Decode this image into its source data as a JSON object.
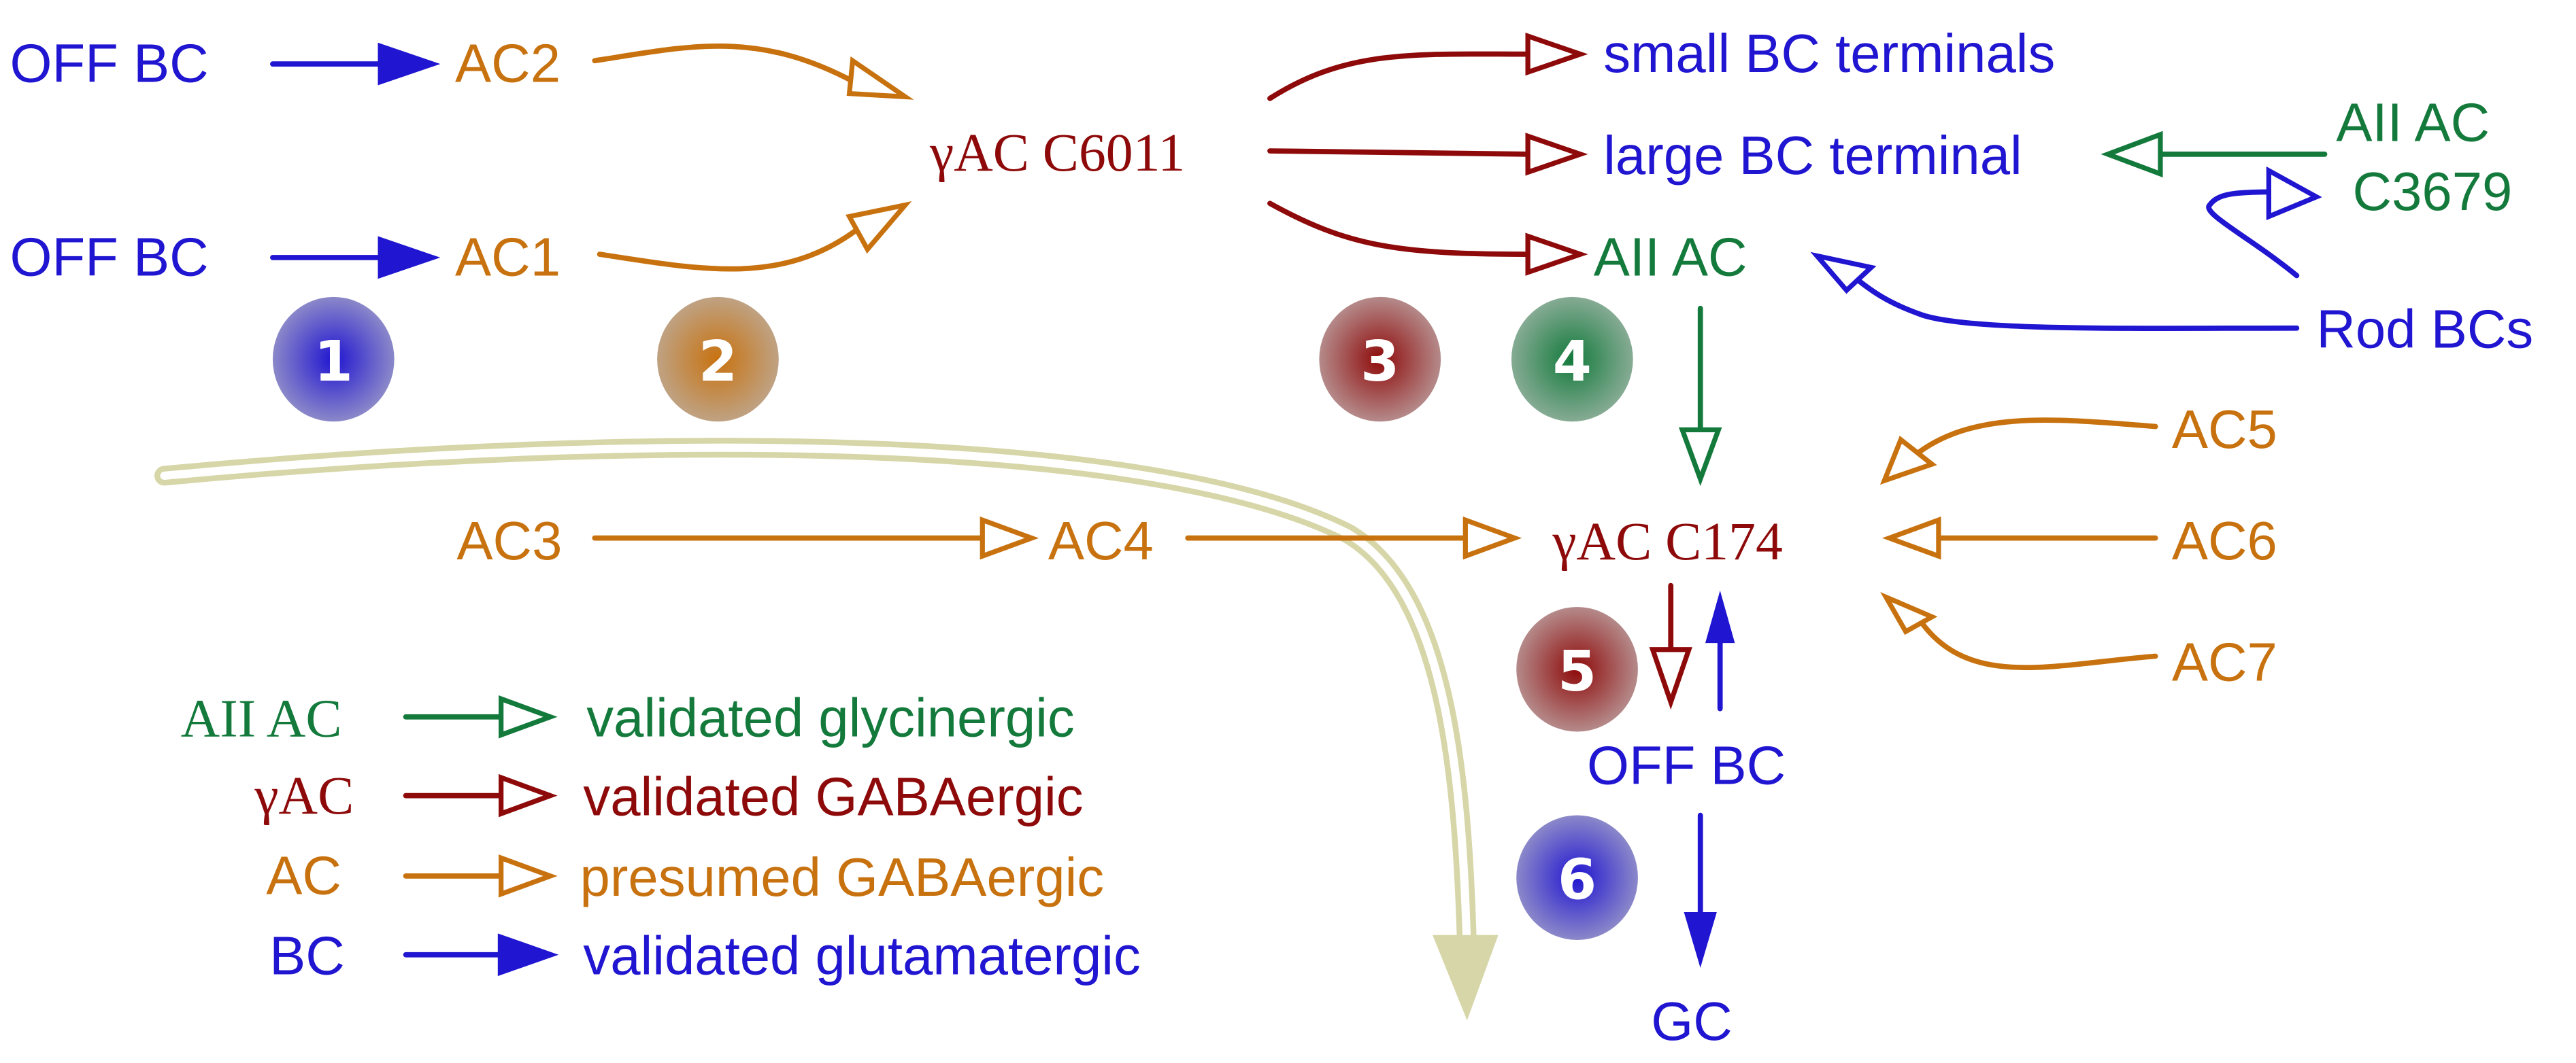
{
  "colors": {
    "bc_glutamatergic": "#2015d0",
    "ac_presumed_gaba": "#c8720f",
    "gamma_ac_gaba": "#8e0a0a",
    "aii_glycinergic": "#137a3c",
    "pathway_overlay": "#d6d6a8"
  },
  "nodes": {
    "off_bc_top": "OFF BC",
    "ac2": "AC2",
    "off_bc_mid": "OFF BC",
    "ac1": "AC1",
    "gamma_ac_c6011": "γAC C6011",
    "small_bc_terminals": "small BC terminals",
    "large_bc_terminal": "large BC terminal",
    "aii_ac_main": "AII  AC",
    "aii_ac_c3679_line1": "AII  AC",
    "aii_ac_c3679_line2": "C3679",
    "rod_bcs": "Rod BCs",
    "ac3": "AC3",
    "ac4": "AC4",
    "gamma_ac_c174": "γAC C174",
    "ac5": "AC5",
    "ac6": "AC6",
    "ac7": "AC7",
    "off_bc_bottom": "OFF BC",
    "gc": "GC"
  },
  "badges": [
    "1",
    "2",
    "3",
    "4",
    "5",
    "6"
  ],
  "edges": [
    {
      "from": "OFF BC",
      "to": "AC2",
      "type": "glutamatergic"
    },
    {
      "from": "OFF BC",
      "to": "AC1",
      "type": "glutamatergic"
    },
    {
      "from": "AC2",
      "to": "γAC C6011",
      "type": "presumed GABAergic"
    },
    {
      "from": "AC1",
      "to": "γAC C6011",
      "type": "presumed GABAergic"
    },
    {
      "from": "γAC C6011",
      "to": "small BC terminals",
      "type": "validated GABAergic"
    },
    {
      "from": "γAC C6011",
      "to": "large BC terminal",
      "type": "validated GABAergic"
    },
    {
      "from": "γAC C6011",
      "to": "AII AC",
      "type": "validated GABAergic"
    },
    {
      "from": "AII AC C3679",
      "to": "large BC terminal",
      "type": "validated glycinergic"
    },
    {
      "from": "Rod BCs",
      "to": "AII AC C3679",
      "type": "glutamatergic"
    },
    {
      "from": "Rod BCs",
      "to": "AII AC",
      "type": "glutamatergic"
    },
    {
      "from": "AII AC",
      "to": "γAC C174",
      "type": "validated glycinergic"
    },
    {
      "from": "AC3",
      "to": "AC4",
      "type": "presumed GABAergic"
    },
    {
      "from": "AC4",
      "to": "γAC C174",
      "type": "presumed GABAergic"
    },
    {
      "from": "AC5",
      "to": "γAC C174",
      "type": "presumed GABAergic"
    },
    {
      "from": "AC6",
      "to": "γAC C174",
      "type": "presumed GABAergic"
    },
    {
      "from": "AC7",
      "to": "γAC C174",
      "type": "presumed GABAergic"
    },
    {
      "from": "γAC C174",
      "to": "OFF BC",
      "type": "validated GABAergic"
    },
    {
      "from": "OFF BC",
      "to": "γAC C174",
      "type": "glutamatergic"
    },
    {
      "from": "OFF BC",
      "to": "GC",
      "type": "glutamatergic"
    }
  ],
  "legend": [
    {
      "key": "AII  AC",
      "label": "validated glycinergic"
    },
    {
      "key": "γAC",
      "label": "validated GABAergic"
    },
    {
      "key": "AC",
      "label": "presumed GABAergic"
    },
    {
      "key": "BC",
      "label": "validated glutamatergic"
    }
  ]
}
